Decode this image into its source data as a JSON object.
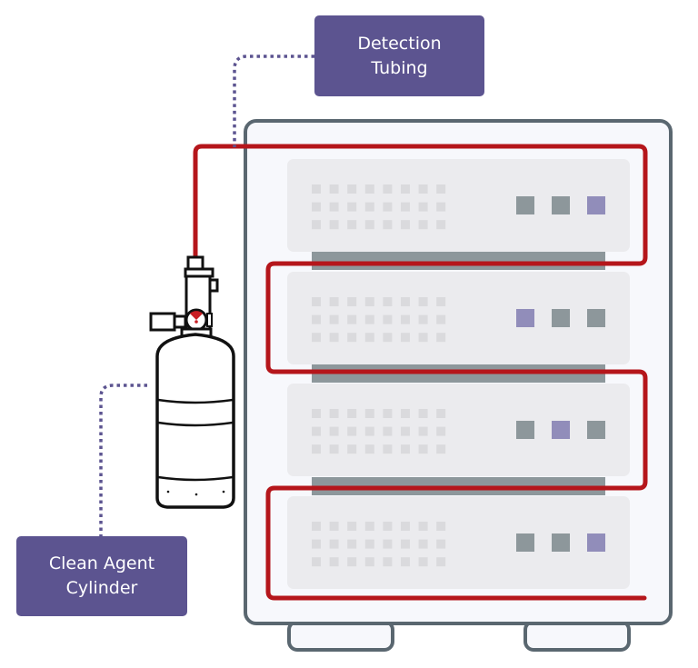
{
  "colors": {
    "label_bg": "#5c5490",
    "label_text": "#ffffff",
    "leader_line": "#5c5490",
    "tubing": "#b5161b",
    "rack_outline": "#5a6770",
    "rack_fill": "#f7f8fc",
    "server_fill": "#ebebee",
    "vent_fill": "#dadadd",
    "rail_fill": "#8d979b",
    "led_gray": "#8d979b",
    "led_purple": "#918dba",
    "cylinder_outline": "#111111"
  },
  "labels": {
    "detection_tubing": {
      "line1": "Detection",
      "line2": "Tubing"
    },
    "clean_agent_cylinder": {
      "line1": "Clean Agent",
      "line2": "Cylinder"
    }
  },
  "rack": {
    "servers": [
      {
        "vent_rows": 3,
        "vent_cols": 8,
        "leds": [
          "gray",
          "gray",
          "purple"
        ]
      },
      {
        "vent_rows": 3,
        "vent_cols": 8,
        "leds": [
          "purple",
          "gray",
          "gray"
        ]
      },
      {
        "vent_rows": 3,
        "vent_cols": 8,
        "leds": [
          "gray",
          "purple",
          "gray"
        ]
      },
      {
        "vent_rows": 3,
        "vent_cols": 8,
        "leds": [
          "gray",
          "gray",
          "purple"
        ]
      }
    ],
    "feet": 2
  },
  "icons": {
    "cylinder": "fire-suppression-cylinder-icon",
    "rack": "server-rack-icon"
  }
}
